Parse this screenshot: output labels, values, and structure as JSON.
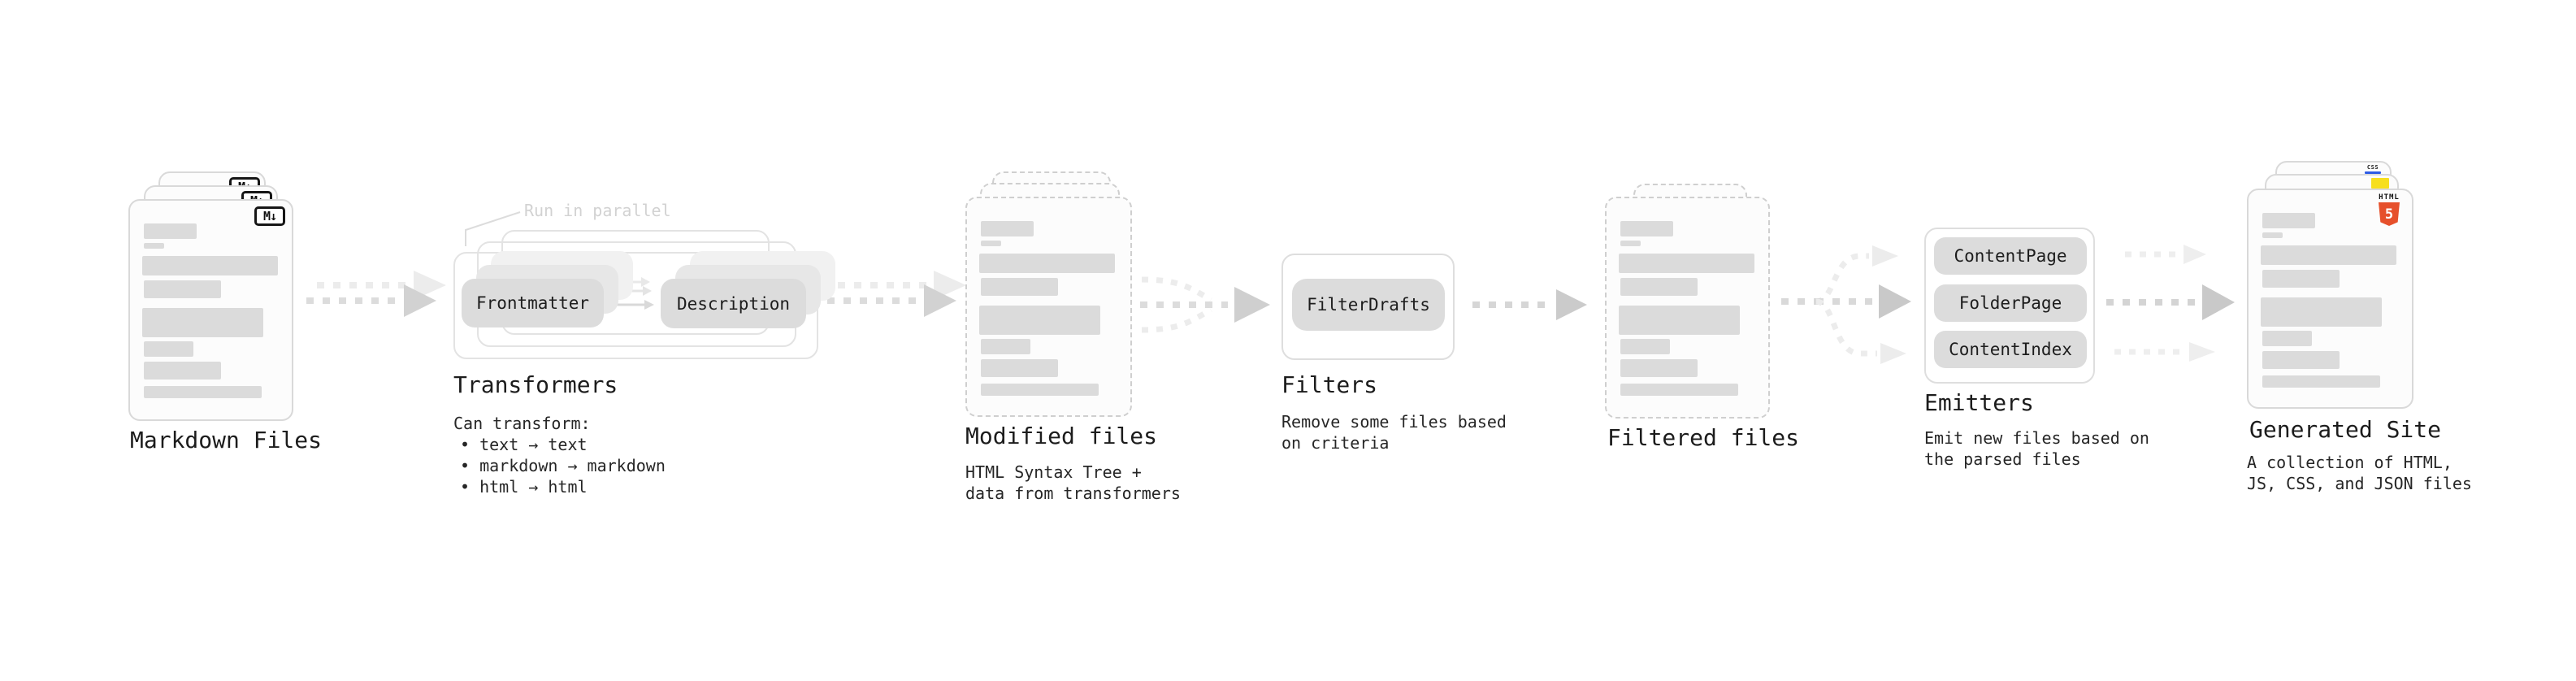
{
  "stages": {
    "markdown": {
      "label": "Markdown Files"
    },
    "transformers": {
      "label": "Transformers",
      "note": "Run in parallel",
      "chip_left": "Frontmatter",
      "chip_right": "Description",
      "desc": [
        "Can transform:",
        "• text → text",
        "• markdown → markdown",
        "• html → html"
      ]
    },
    "modified": {
      "label": "Modified files",
      "desc": [
        "HTML Syntax Tree +",
        "data from transformers"
      ]
    },
    "filters": {
      "label": "Filters",
      "chip": "FilterDrafts",
      "desc": [
        "Remove some files based",
        "on criteria"
      ]
    },
    "filtered": {
      "label": "Filtered files"
    },
    "emitters": {
      "label": "Emitters",
      "chips": [
        "ContentPage",
        "FolderPage",
        "ContentIndex"
      ],
      "desc": [
        "Emit new files based on",
        "the parsed files"
      ]
    },
    "generated": {
      "label": "Generated Site",
      "desc": [
        "A collection of HTML,",
        "JS, CSS, and JSON files"
      ]
    }
  },
  "icons": {
    "markdown_badge": "M↓",
    "html5_word": "HTML",
    "html5_number": "5",
    "css_word": "CSS"
  },
  "colors": {
    "html5_orange": "#e6502b",
    "js_yellow": "#f7df1e",
    "css_blue": "#2d5be5",
    "arrow_gray": "#dcdcdc",
    "arrow_light": "#ececec",
    "card_border": "#d9d9d9",
    "bar_fill": "#dbdbdb"
  }
}
